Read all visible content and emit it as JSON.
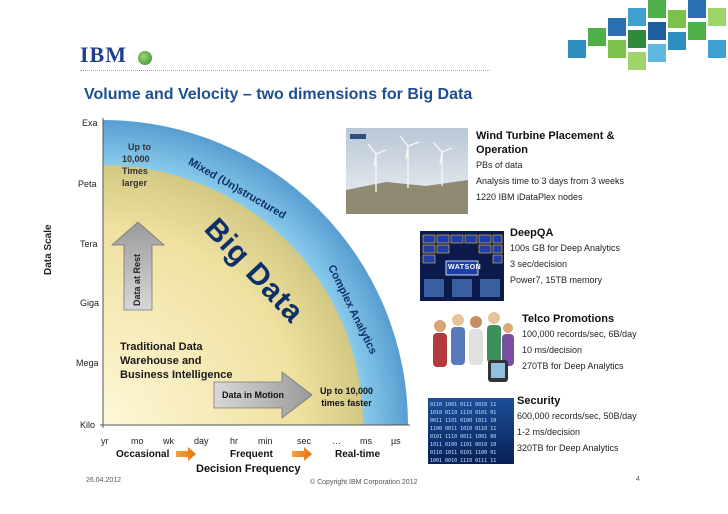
{
  "header": {
    "logo": "IBM",
    "title": "Volume and Velocity – two dimensions for Big Data"
  },
  "diagram": {
    "y_axis_title": "Data Scale",
    "y_ticks": [
      "Exa",
      "Peta",
      "Tera",
      "Giga",
      "Mega",
      "Kilo"
    ],
    "x_ticks": [
      "yr",
      "mo",
      "wk",
      "day",
      "hr",
      "min",
      "sec",
      "…",
      "ms",
      "µs"
    ],
    "x_groups": [
      "Occasional",
      "Frequent",
      "Real-time"
    ],
    "x_axis_title": "Decision Frequency",
    "up_to_volume": [
      "Up to",
      "10,000",
      "Times",
      "larger"
    ],
    "mixed_label": "Mixed (Un)structured",
    "big_data_label": "Big Data",
    "complex_label": "Complex Analytics",
    "data_at_rest": "Data at Rest",
    "data_in_motion": "Data in Motion",
    "traditional": [
      "Traditional Data",
      "Warehouse and",
      "Business Intelligence"
    ],
    "up_to_velocity": [
      "Up to 10,000",
      "times faster"
    ],
    "colors": {
      "outer_band": "#3d7fbf",
      "inner_fill": "#e8d99a",
      "dark_blue": "#0d2f6b"
    }
  },
  "cases": {
    "wind": {
      "title_lines": [
        "Wind Turbine Placement &",
        "Operation"
      ],
      "lines": [
        "PBs of data",
        "Analysis time to 3 days from 3 weeks",
        "1220 IBM iDataPlex nodes"
      ]
    },
    "deepqa": {
      "title": "DeepQA",
      "lines": [
        "100s GB for Deep Analytics",
        "3 sec/decision",
        "Power7, 15TB memory"
      ],
      "screen_word": "WATSON"
    },
    "telco": {
      "title": "Telco Promotions",
      "lines": [
        "100,000 records/sec, 6B/day",
        "10 ms/decision",
        "270TB for Deep Analytics"
      ]
    },
    "security": {
      "title": "Security",
      "lines": [
        "600,000 records/sec, 50B/day",
        "1-2 ms/decision",
        "320TB for Deep Analytics"
      ]
    }
  },
  "footer": {
    "date": "26.04.2012",
    "copyright": "© Copyright IBM Corporation 2012",
    "page": "4"
  }
}
